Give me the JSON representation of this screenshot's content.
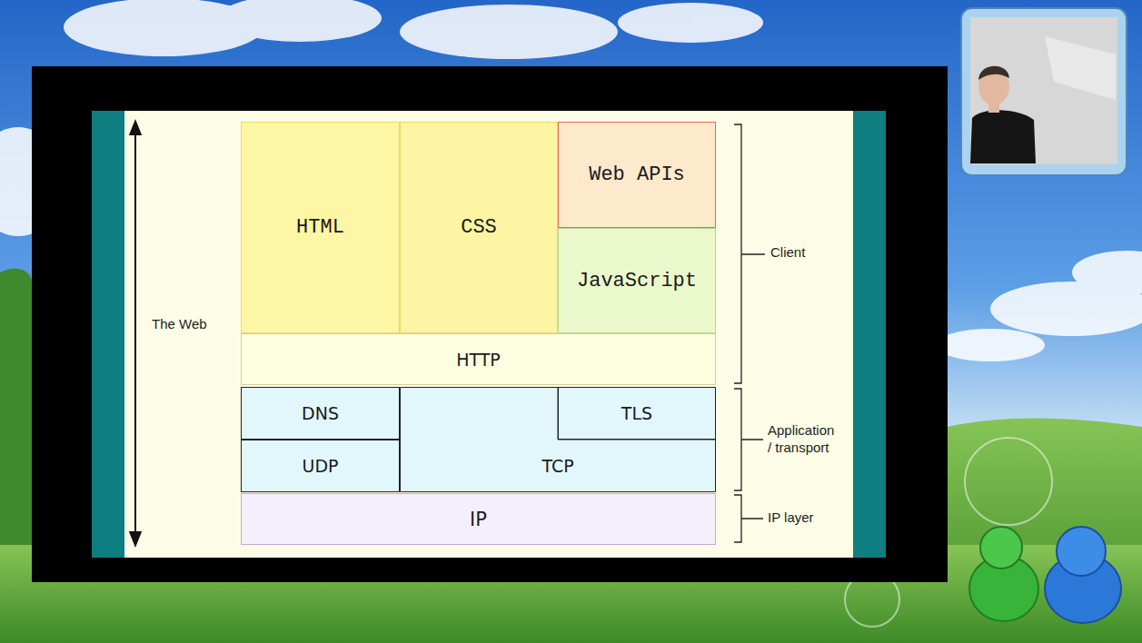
{
  "diagram": {
    "nodes": [
      {
        "text": [
          "HTML"
        ]
      },
      {
        "text": [
          "CSS"
        ]
      },
      {
        "text": [
          "Web APIs"
        ]
      },
      {
        "text": [
          "JavaScript"
        ]
      },
      {
        "text": [
          "HTTP"
        ]
      },
      {
        "text": [
          "DNS"
        ]
      },
      {
        "text": [
          "TLS"
        ]
      },
      {
        "text": [
          "UDP"
        ]
      },
      {
        "text": [
          "TCP"
        ]
      },
      {
        "text": [
          "IP"
        ]
      }
    ],
    "labels": [
      "The Web",
      "Client",
      "Application / transport",
      "IP layer"
    ]
  }
}
